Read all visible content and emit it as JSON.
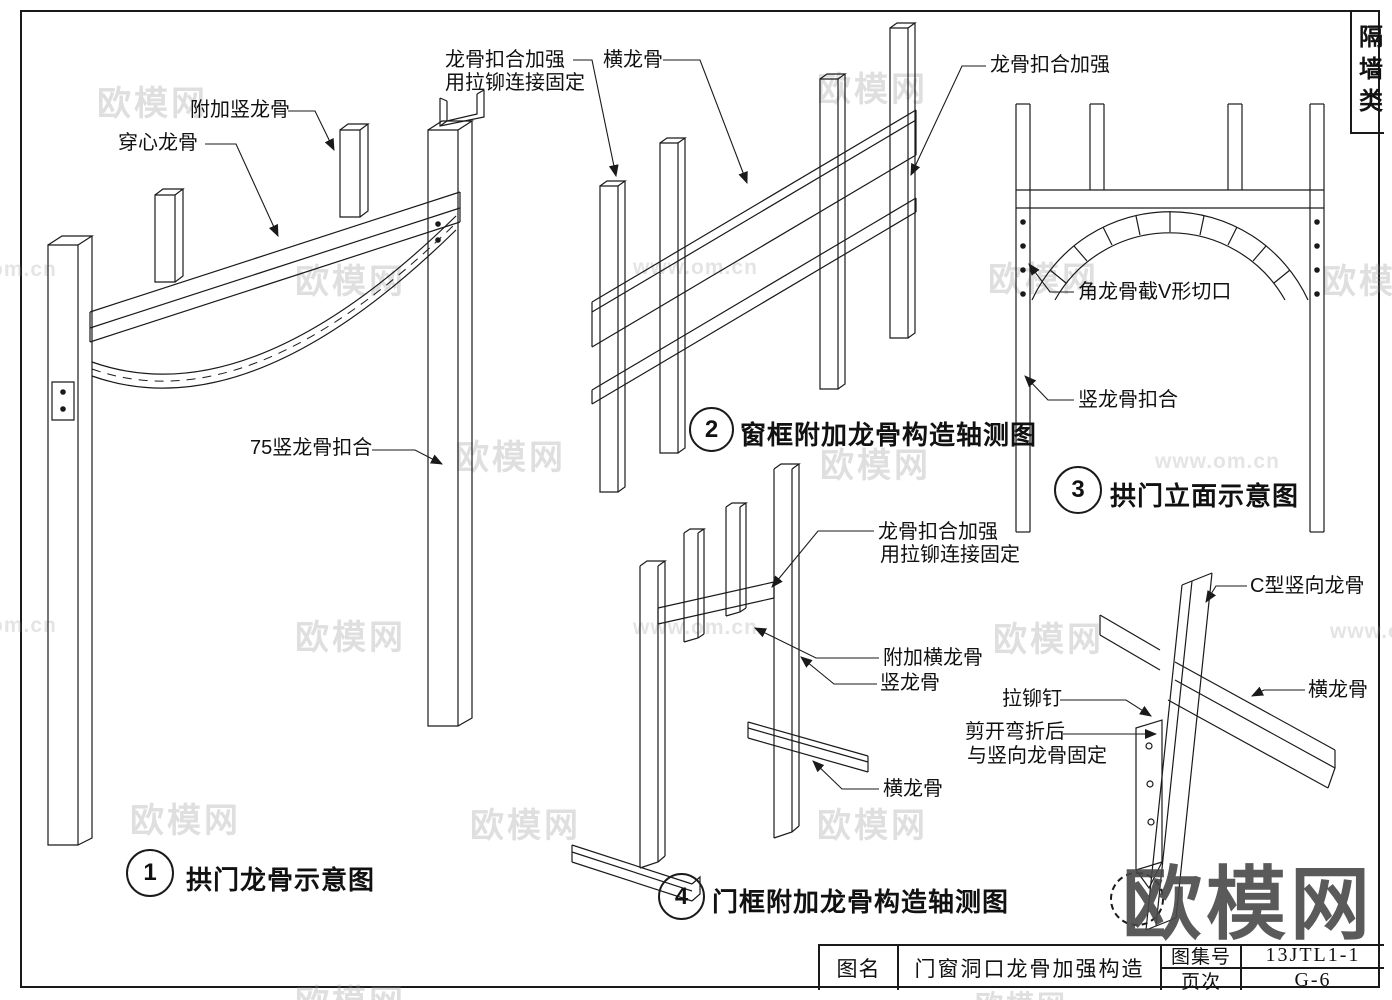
{
  "sheet": {
    "category": "隔墙类",
    "title_block": {
      "name_label": "图名",
      "drawing_name": "门窗洞口龙骨加强构造",
      "atlas_label": "图集号",
      "atlas_no": "13JTL1-1",
      "page_label": "页次",
      "page_no": "G-6"
    }
  },
  "watermark": {
    "brand": "欧模网",
    "url": "www.om.cn",
    "url_partial": "om.cn"
  },
  "diagrams": {
    "d1": {
      "num": "1",
      "title": "拱门龙骨示意图",
      "labels": {
        "add_vertical": "附加竖龙骨",
        "through": "穿心龙骨",
        "lock75": "75竖龙骨扣合"
      }
    },
    "d2": {
      "num": "2",
      "title": "窗框附加龙骨构造轴测图",
      "labels": {
        "reinforce_1": "龙骨扣合加强",
        "reinforce_2": "用拉铆连接固定",
        "horizontal": "横龙骨",
        "reinforce_right": "龙骨扣合加强"
      }
    },
    "d3": {
      "num": "3",
      "title": "拱门立面示意图",
      "labels": {
        "v_notch": "角龙骨截V形切口",
        "vertical_lock": "竖龙骨扣合"
      }
    },
    "d4": {
      "num": "4",
      "title": "门框附加龙骨构造轴测图",
      "labels": {
        "reinforce_1": "龙骨扣合加强",
        "reinforce_2": "用拉铆连接固定",
        "add_horizontal": "附加横龙骨",
        "vertical": "竖龙骨",
        "horizontal": "横龙骨"
      }
    },
    "d5": {
      "labels": {
        "c_stud": "C型竖向龙骨",
        "horizontal": "横龙骨",
        "rivet": "拉铆钉",
        "cut_1": "剪开弯折后",
        "cut_2": "与竖向龙骨固定"
      }
    }
  }
}
